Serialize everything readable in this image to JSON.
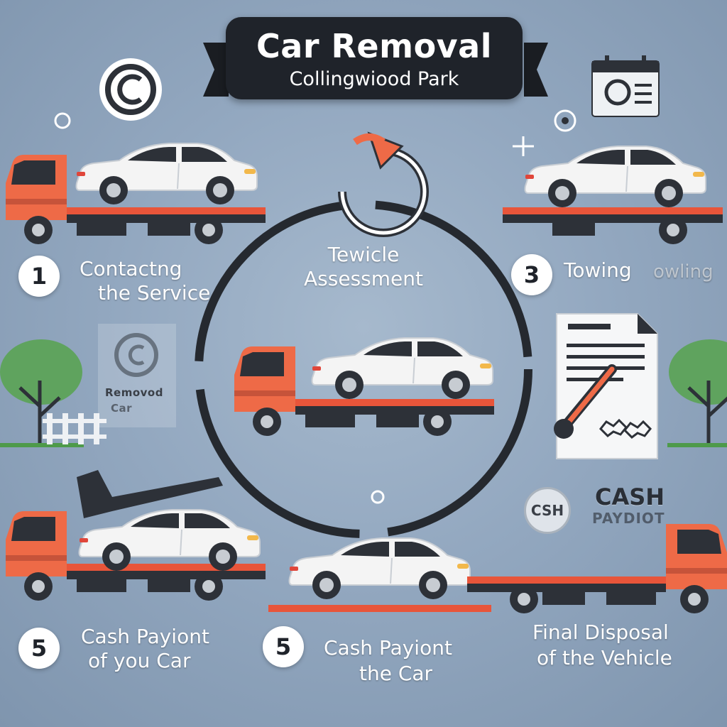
{
  "header": {
    "title": "Car Removal",
    "subtitle": "Collingwiood Park"
  },
  "steps": [
    {
      "number": "1",
      "line1": "Contactng",
      "line2": "the Service"
    },
    {
      "line1": "Tewicle",
      "line2": "Assessment"
    },
    {
      "number": "3",
      "line1": "Towing",
      "line2": "owling"
    },
    {
      "number": "5",
      "line1": "Cash Payiont",
      "line2": "of you Car"
    },
    {
      "number": "5",
      "line1": "Cash Payiont",
      "line2": "the Car"
    },
    {
      "line1": "Final Disposal",
      "line2": "of the Vehicle"
    }
  ],
  "sign": {
    "line1": "Removod",
    "line2": "Car"
  },
  "cash": {
    "badge": "CSH",
    "title": "CASH",
    "subtitle": "PAYDIOT"
  },
  "colors": {
    "background": "#8ea4bd",
    "banner": "#1f232a",
    "truck": "#ee6a47",
    "flatbed_accent": "#e8553a",
    "car_body": "#f3f3f3",
    "ring": "#25292f",
    "tree": "#5fa35e"
  },
  "icons": [
    "copyright-icon",
    "calendar-icon",
    "refresh-arrow-icon",
    "document-icon",
    "pen-icon",
    "tree-icon",
    "fence-icon",
    "plus-icon"
  ]
}
